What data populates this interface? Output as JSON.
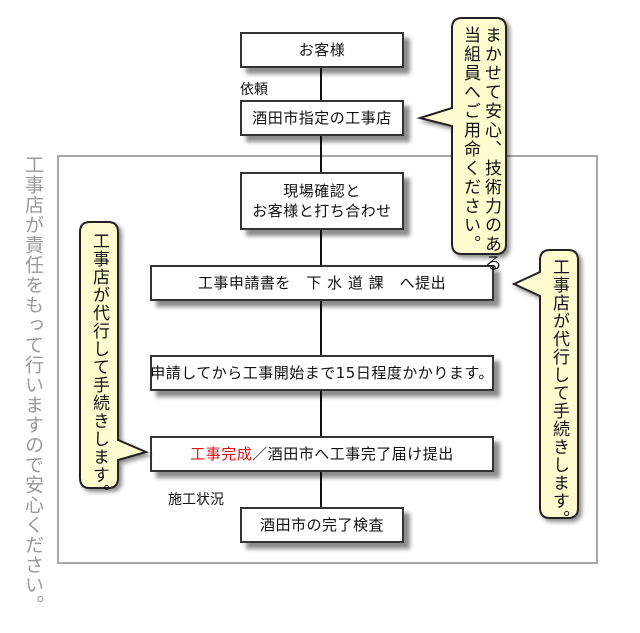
{
  "side_note": "工事店が責任をもって行いますので安心ください。",
  "callouts": {
    "top_right": {
      "lines": [
        "まかせて安心、技術力のある",
        "当組員へご用命ください。"
      ]
    },
    "left": {
      "lines": [
        "工事店が代行して手続きします。"
      ]
    },
    "right": {
      "lines": [
        "工事店が代行して手続きします。"
      ]
    }
  },
  "flow": {
    "customer": "お客様",
    "request_label": "依頼",
    "designated_contractor": "酒田市指定の工事店",
    "site_check": [
      "現場確認と",
      "お客様と打ち合わせ"
    ],
    "apply": "工事申請書を　下 水 道 課　へ提出",
    "duration": "申請してから工事開始まで15日程度かかります。",
    "completion_highlight": "工事完成",
    "completion_rest": "／酒田市へ工事完了届け提出",
    "status_label": "施工状況",
    "inspection": "酒田市の完了検査"
  },
  "colors": {
    "callout_fill": "#fffcd0",
    "frame": "#a8a8a8",
    "highlight": "#e01010"
  }
}
